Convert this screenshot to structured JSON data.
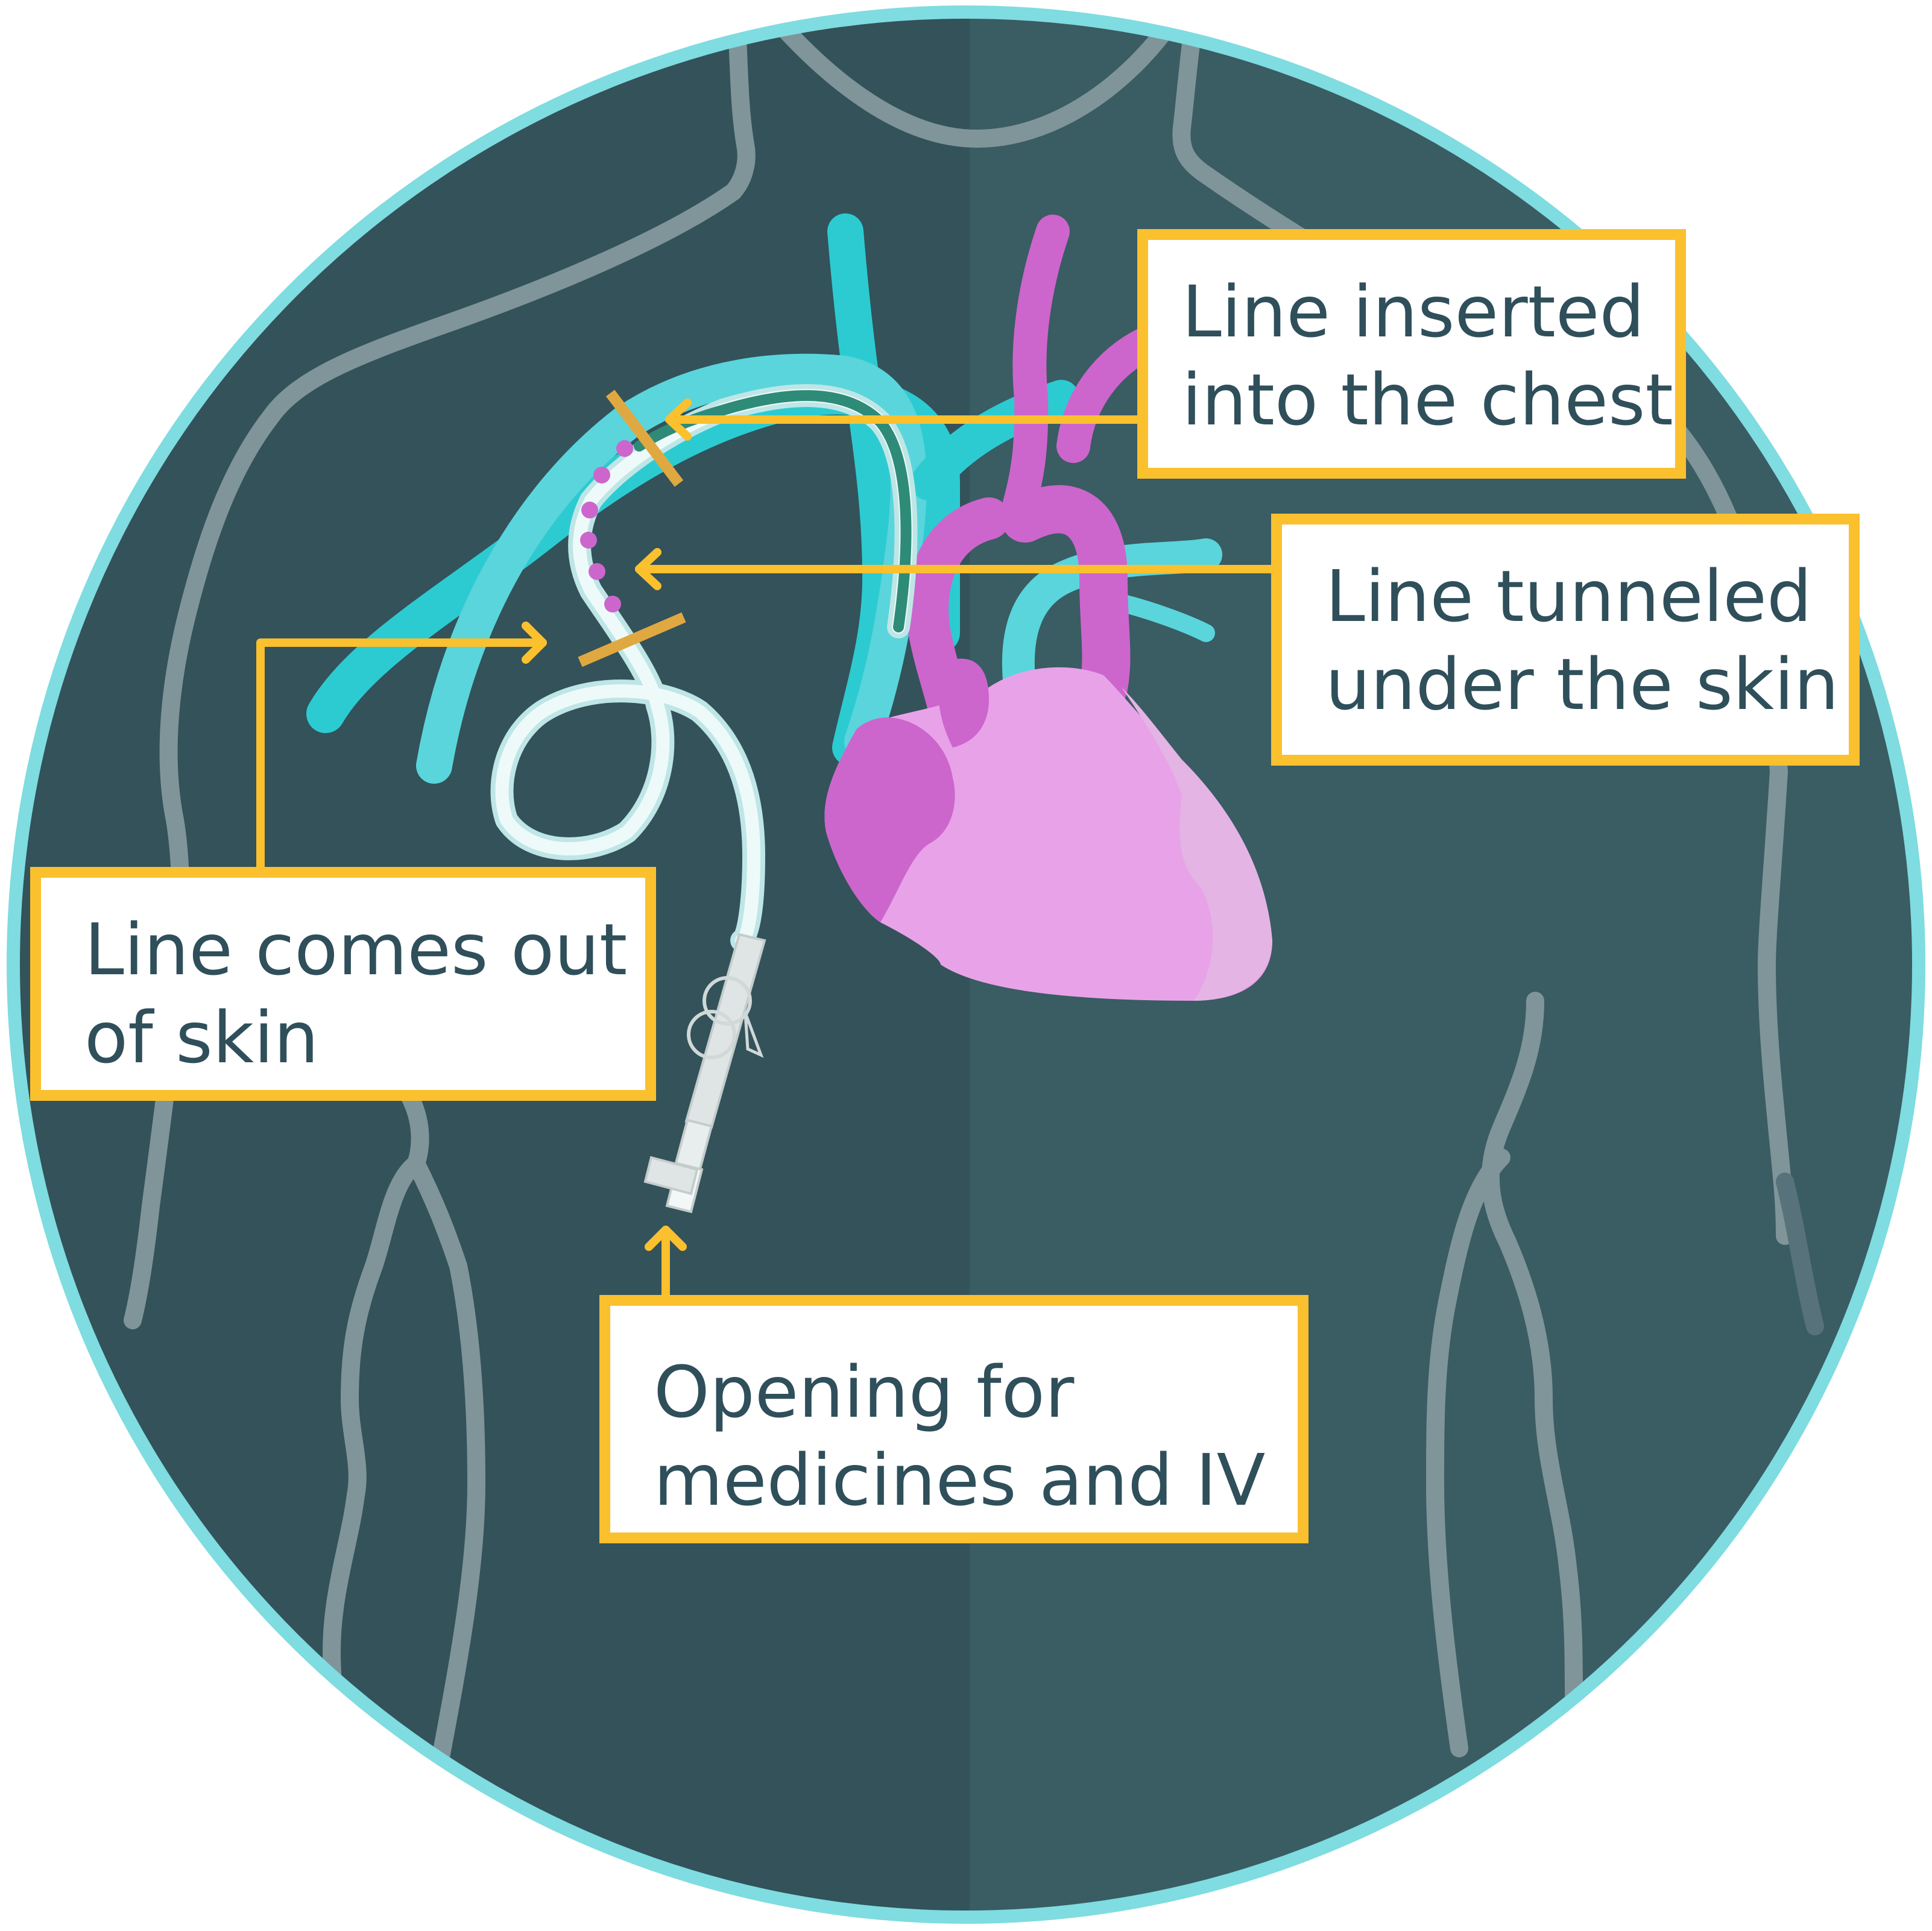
{
  "labels": {
    "inserted": [
      "Line inserted",
      "into the chest"
    ],
    "tunneled": [
      "Line tunneled",
      "under the skin"
    ],
    "comes_out": [
      "Line comes out",
      "of skin"
    ],
    "opening": [
      "Opening for",
      "medicines and IV"
    ]
  },
  "colors": {
    "ring": "#7fdce0",
    "body_left": "#33525a",
    "body_right": "#3a5c63",
    "outline": "#7f959a",
    "vein": "#2ccbd1",
    "vein_light": "#5ad5dc",
    "artery": "#cc66cc",
    "heart": "#e8a3e8",
    "catheter_inner": "#2e8b78",
    "catheter": "#eefafa",
    "callout": "#fbc02d",
    "dots": "#cc66cc",
    "text": "#2f4f5a"
  }
}
